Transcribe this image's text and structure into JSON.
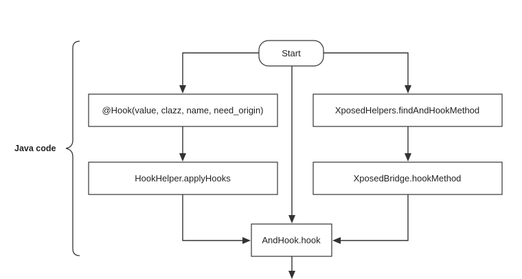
{
  "nodes": {
    "start": "Start",
    "hook_annotation": "@Hook(value, clazz, name, need_origin)",
    "apply_hooks": "HookHelper.applyHooks",
    "find_and_hook": "XposedHelpers.findAndHookMethod",
    "hook_method": "XposedBridge.hookMethod",
    "andhook_hook": "AndHook.hook"
  },
  "group": {
    "label": "Java code"
  },
  "colors": {
    "stroke": "#333333",
    "fill": "#ffffff",
    "text": "#222222"
  }
}
